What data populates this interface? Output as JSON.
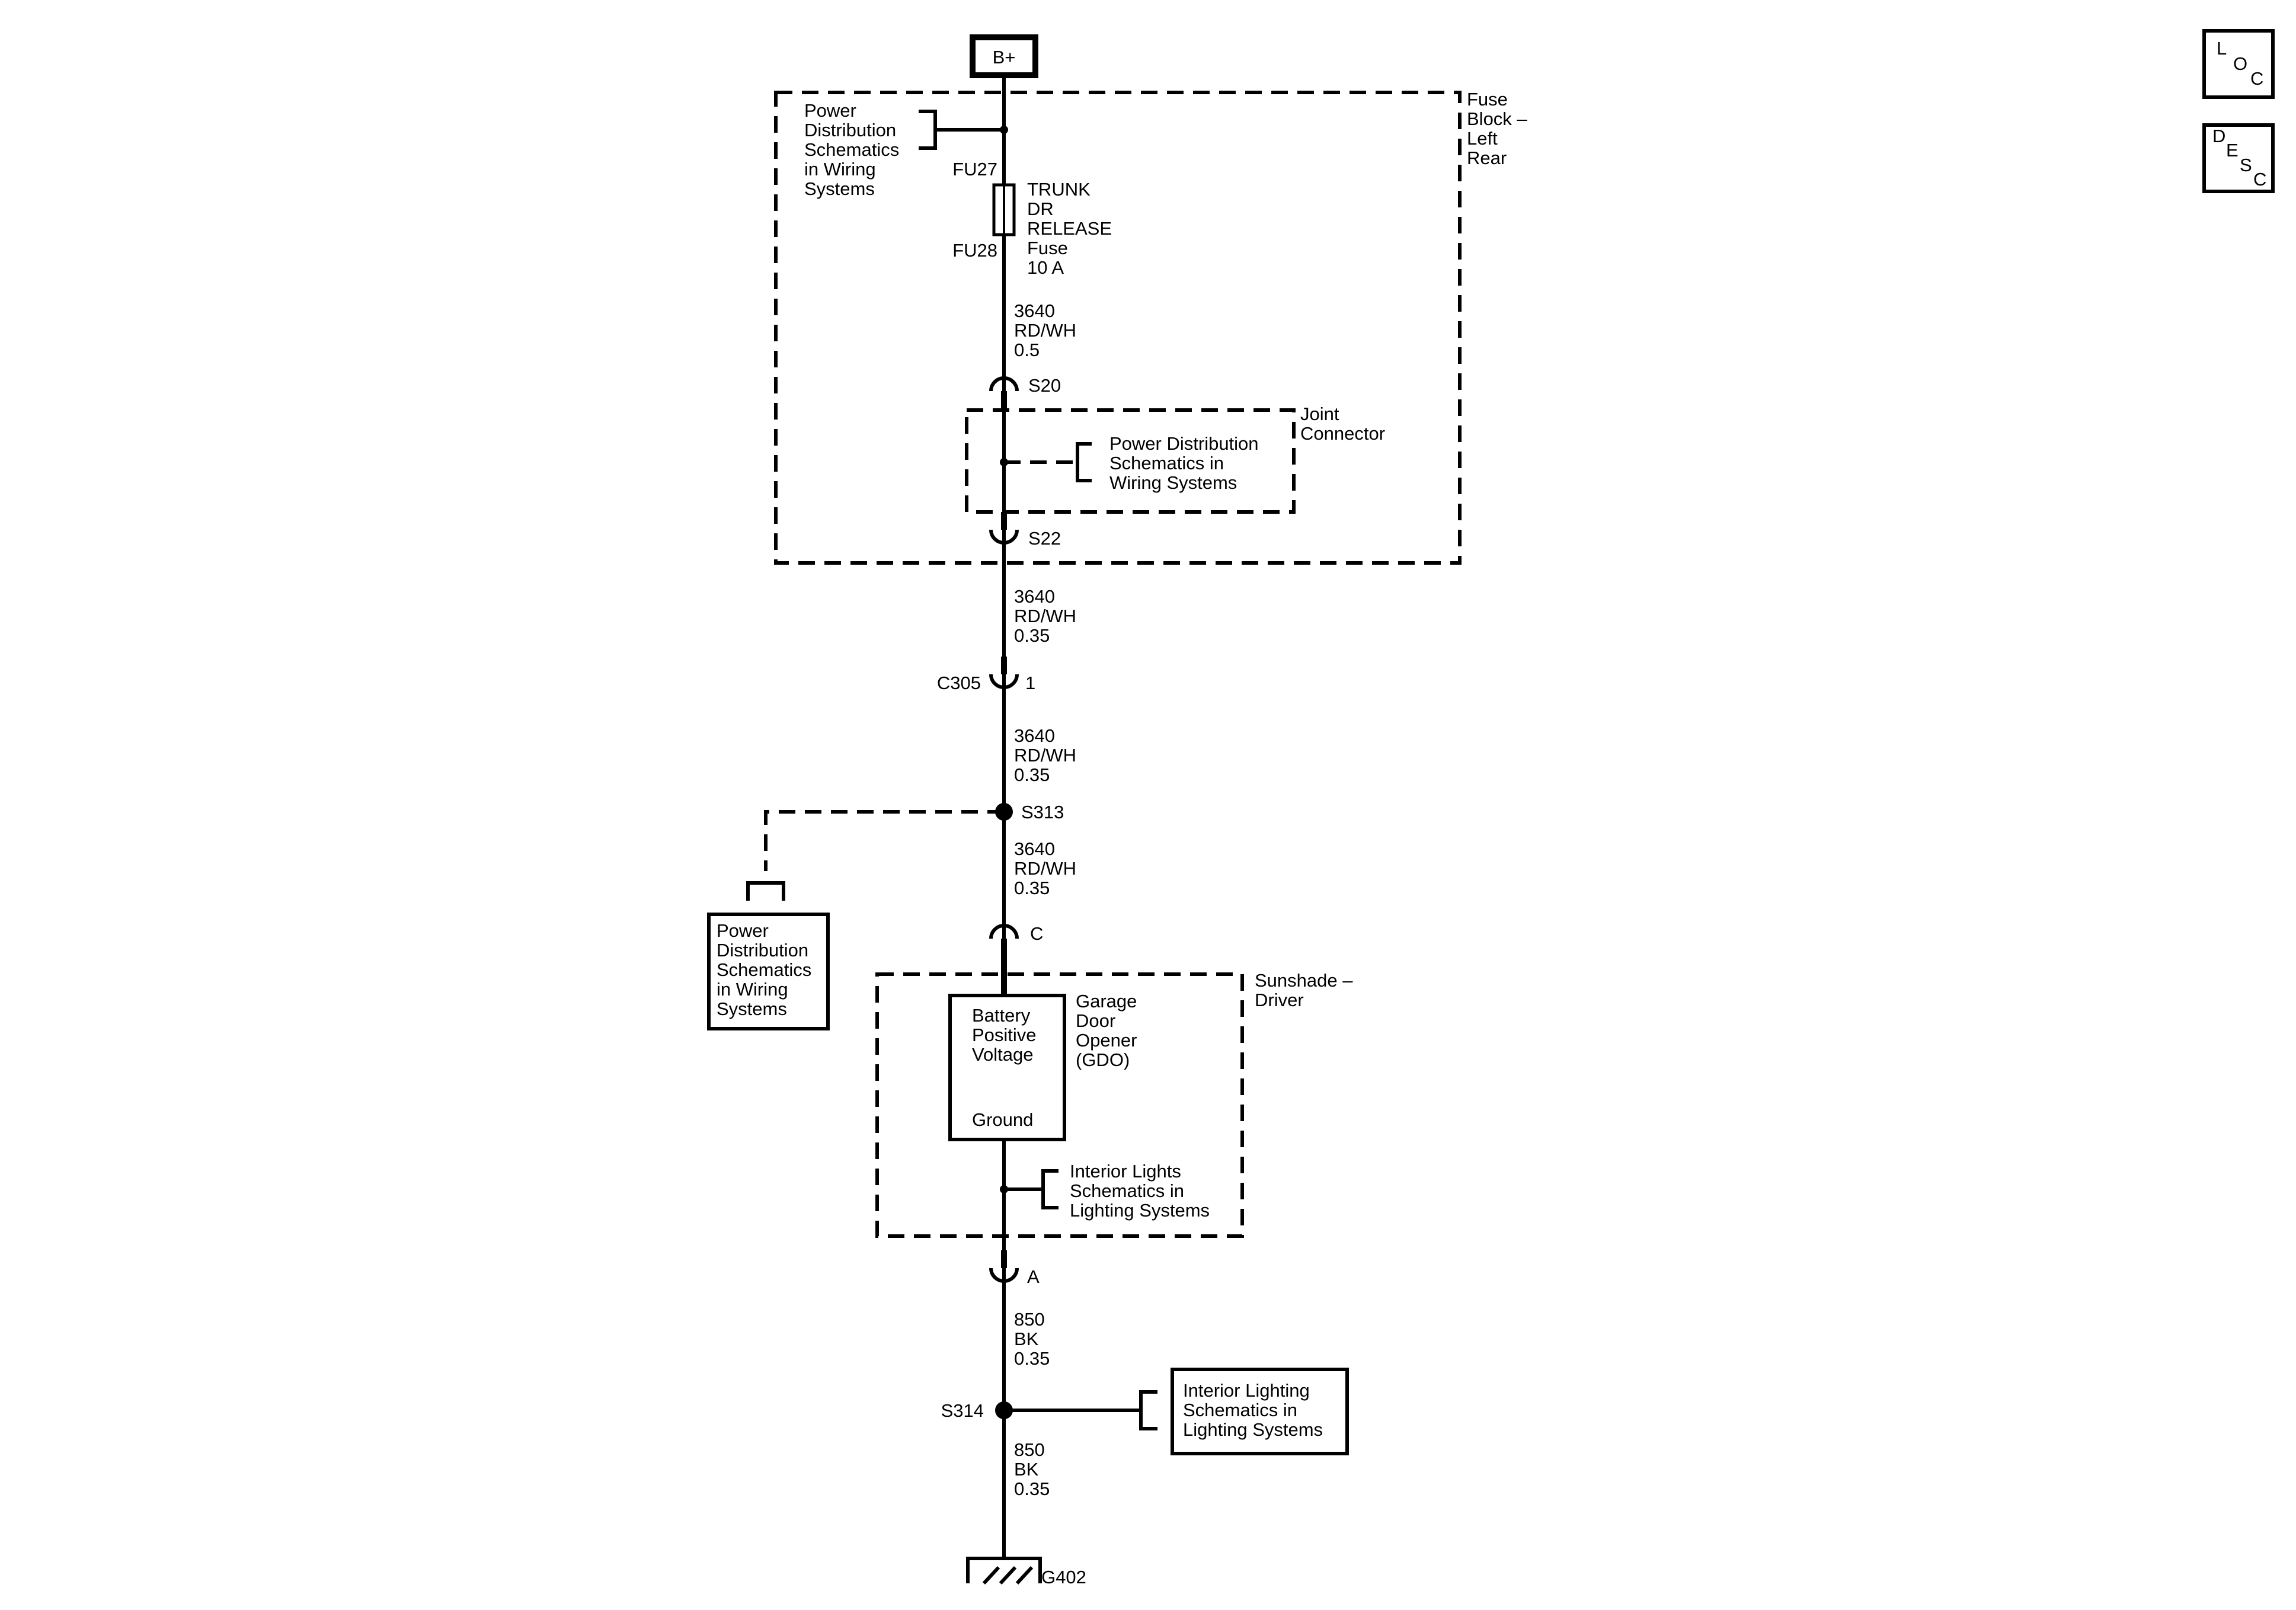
{
  "source": {
    "label": "B+"
  },
  "nav_icons": {
    "loc": {
      "l1": "L",
      "l2": "O",
      "l3": "C"
    },
    "desc": {
      "l1": "D",
      "l2": "E",
      "l3": "S",
      "l4": "C"
    }
  },
  "fuse_block": {
    "name": [
      "Fuse",
      "Block –",
      "Left",
      "Rear"
    ],
    "power_ref": [
      "Power",
      "Distribution",
      "Schematics",
      "in Wiring",
      "Systems"
    ],
    "fuse_in": "FU27",
    "fuse_out": "FU28",
    "fuse_name": [
      "TRUNK",
      "DR",
      "RELEASE",
      "Fuse",
      "10 A"
    ],
    "wire_1": [
      "3640",
      "RD/WH",
      "0.5"
    ],
    "s20": "S20",
    "s22": "S22"
  },
  "joint_connector": {
    "name": [
      "Joint",
      "Connector"
    ],
    "ref": [
      "Power Distribution",
      "Schematics in",
      "Wiring Systems"
    ]
  },
  "wire_2": [
    "3640",
    "RD/WH",
    "0.35"
  ],
  "c305": {
    "name": "C305",
    "pin": "1"
  },
  "wire_3": [
    "3640",
    "RD/WH",
    "0.35"
  ],
  "s313": "S313",
  "power_ref_box": [
    "Power",
    "Distribution",
    "Schematics",
    "in Wiring",
    "Systems"
  ],
  "wire_4": [
    "3640",
    "RD/WH",
    "0.35"
  ],
  "pin_c": "C",
  "sunshade": {
    "name": [
      "Sunshade –",
      "Driver"
    ],
    "gdo_label": [
      "Garage",
      "Door",
      "Opener",
      "(GDO)"
    ],
    "battery": [
      "Battery",
      "Positive",
      "Voltage"
    ],
    "ground": "Ground",
    "interior_ref": [
      "Interior Lights",
      "Schematics in",
      "Lighting Systems"
    ]
  },
  "pin_a": "A",
  "wire_5": [
    "850",
    "BK",
    "0.35"
  ],
  "s314": "S314",
  "interior_box": [
    "Interior Lighting",
    "Schematics in",
    "Lighting Systems"
  ],
  "wire_6": [
    "850",
    "BK",
    "0.35"
  ],
  "g402": "G402"
}
